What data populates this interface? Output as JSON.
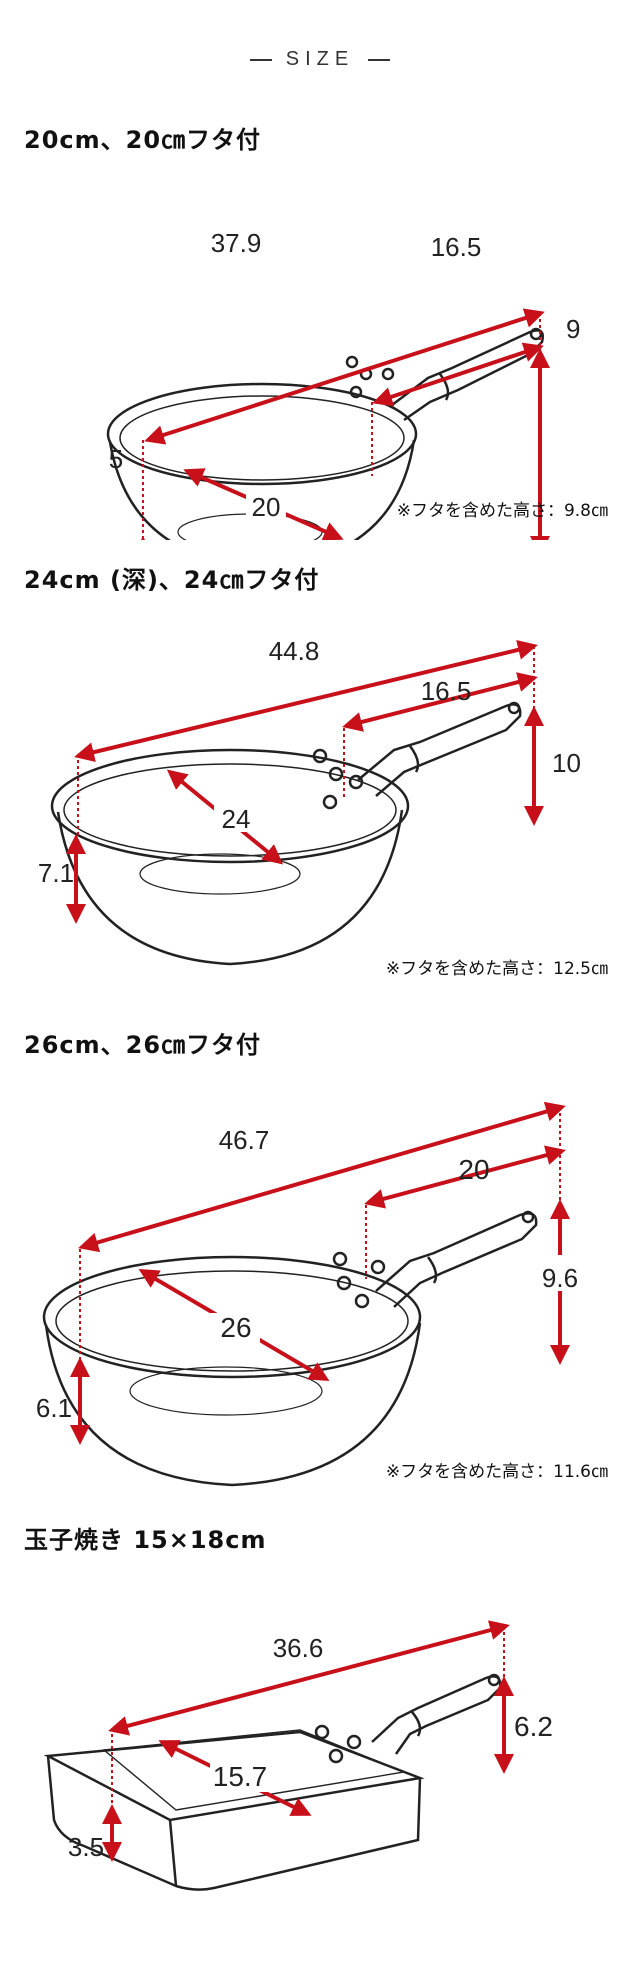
{
  "header": {
    "title": "SIZE"
  },
  "colors": {
    "dimension": "#c8101a",
    "outline": "#222222"
  },
  "products": [
    {
      "title": "20cm、20㎝フタ付",
      "length": "37.9",
      "handle": "16.5",
      "height": "9",
      "diameter": "20",
      "depth": "5",
      "lid_note": "※フタを含めた高さ：9.8㎝"
    },
    {
      "title": "24cm (深)、24㎝フタ付",
      "length": "44.8",
      "handle": "16.5",
      "height": "10",
      "diameter": "24",
      "depth": "7.1",
      "lid_note": "※フタを含めた高さ：12.5㎝"
    },
    {
      "title": "26cm、26㎝フタ付",
      "length": "46.7",
      "handle": "20",
      "height": "9.6",
      "diameter": "26",
      "depth": "6.1",
      "lid_note": "※フタを含めた高さ：11.6㎝"
    },
    {
      "title": "玉子焼き 15×18cm",
      "length": "36.6",
      "height": "6.2",
      "width": "15.7",
      "depth": "3.5"
    }
  ]
}
